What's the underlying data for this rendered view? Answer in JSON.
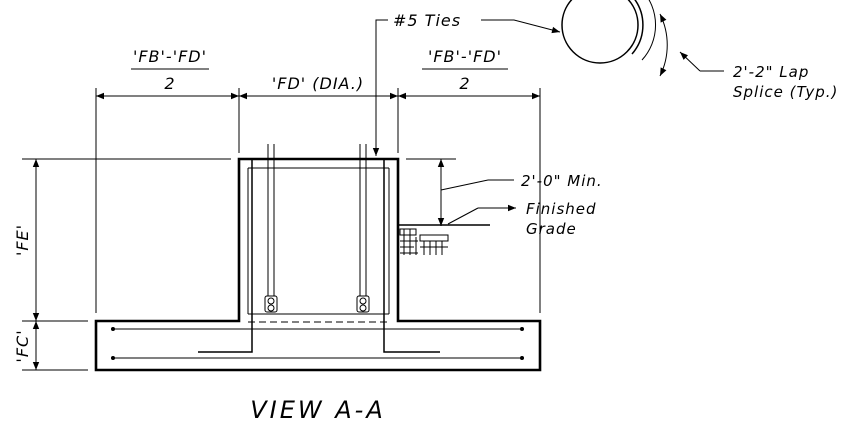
{
  "labels": {
    "half_width_numerator": "'FB'-'FD'",
    "half_width_denominator": "2",
    "column_diameter": "'FD' (DIA.)",
    "ties": "#5 Ties",
    "lap_splice_line1": "2'-2\" Lap",
    "lap_splice_line2": "Splice (Typ.)",
    "min_embed": "2'-0\" Min.",
    "finished_grade_line1": "Finished",
    "finished_grade_line2": "Grade",
    "pier_height": "'FE'",
    "footing_thickness": "'FC'",
    "view_title": "VIEW A-A"
  }
}
